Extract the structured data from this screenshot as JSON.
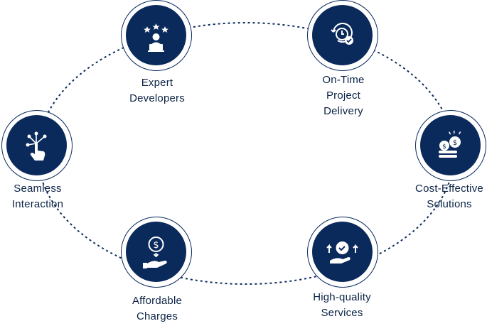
{
  "colors": {
    "navy": "#0b2a5c",
    "text": "#0b2346",
    "background": "#ffffff"
  },
  "nodes": [
    {
      "id": "expert-developers",
      "icon": "developer-with-stars-icon",
      "lines": [
        "Expert",
        "Developers"
      ]
    },
    {
      "id": "on-time-delivery",
      "icon": "clock-with-checkmark-icon",
      "lines": [
        "On-Time",
        "Project",
        "Delivery"
      ]
    },
    {
      "id": "cost-effective",
      "icon": "coins-stack-icon",
      "lines": [
        "Cost-Effective",
        "Solutions"
      ]
    },
    {
      "id": "high-quality",
      "icon": "quality-badge-hand-icon",
      "lines": [
        "High-quality",
        "Services"
      ]
    },
    {
      "id": "affordable",
      "icon": "dollar-coin-hand-icon",
      "lines": [
        "Affordable",
        "Charges"
      ]
    },
    {
      "id": "seamless",
      "icon": "touch-network-icon",
      "lines": [
        "Seamless",
        "Interaction"
      ]
    }
  ]
}
